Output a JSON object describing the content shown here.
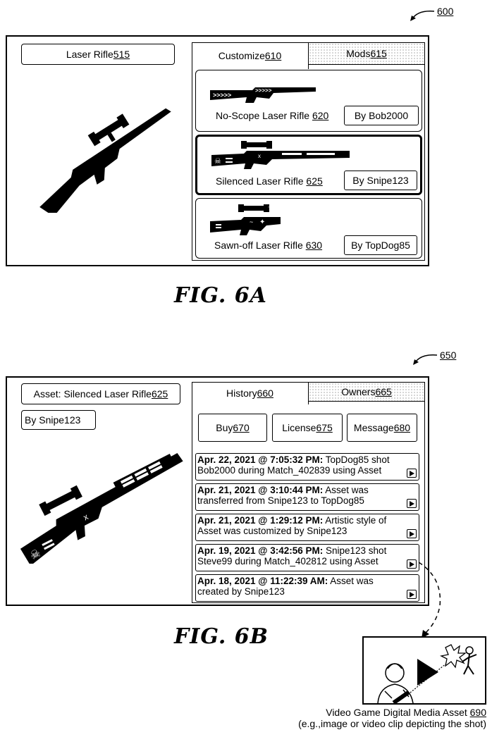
{
  "fig6a": {
    "ref_number": "600",
    "asset_label": "Laser Rifle ",
    "asset_ref": "515",
    "tabs": [
      {
        "label": "Customize ",
        "ref": "610",
        "active": true
      },
      {
        "label": "Mods ",
        "ref": "615",
        "active": false
      }
    ],
    "variants": [
      {
        "name": "No-Scope Laser Rifle ",
        "ref": "620",
        "author": "By Bob2000",
        "selected": false
      },
      {
        "name": "Silenced Laser Rifle ",
        "ref": "625",
        "author": "By Snipe123",
        "selected": true
      },
      {
        "name": "Sawn-off Laser Rifle ",
        "ref": "630",
        "author": "By TopDog85",
        "selected": false
      }
    ],
    "caption": "FIG. 6A"
  },
  "fig6b": {
    "ref_number": "650",
    "asset_label": "Asset: Silenced Laser Rifle ",
    "asset_ref": "625",
    "owner": "By Snipe123",
    "tabs": [
      {
        "label": "History ",
        "ref": "660",
        "active": true
      },
      {
        "label": "Owners ",
        "ref": "665",
        "active": false
      }
    ],
    "actions": [
      {
        "label": "Buy ",
        "ref": "670"
      },
      {
        "label": "License ",
        "ref": "675"
      },
      {
        "label": "Message ",
        "ref": "680"
      }
    ],
    "history": [
      {
        "timestamp": "Apr. 22, 2021 @ 7:05:32 PM:",
        "text": " TopDog85 shot Bob2000 during Match_402839 using Asset"
      },
      {
        "timestamp": "Apr. 21, 2021 @ 3:10:44 PM:",
        "text": " Asset was transferred from Snipe123 to TopDog85"
      },
      {
        "timestamp": "Apr. 21, 2021 @ 1:29:12 PM:",
        "text": " Artistic style of Asset was customized by Snipe123"
      },
      {
        "timestamp": "Apr. 19, 2021 @ 3:42:56 PM:",
        "text": " Snipe123 shot Steve99 during Match_402812 using Asset"
      },
      {
        "timestamp": "Apr. 18, 2021 @ 11:22:39 AM:",
        "text": " Asset was created by Snipe123"
      }
    ],
    "media_asset_label": "Video Game Digital Media Asset ",
    "media_asset_ref": "690",
    "media_asset_note": "(e.g.,image or video clip depicting the shot)",
    "caption": "FIG. 6B"
  }
}
